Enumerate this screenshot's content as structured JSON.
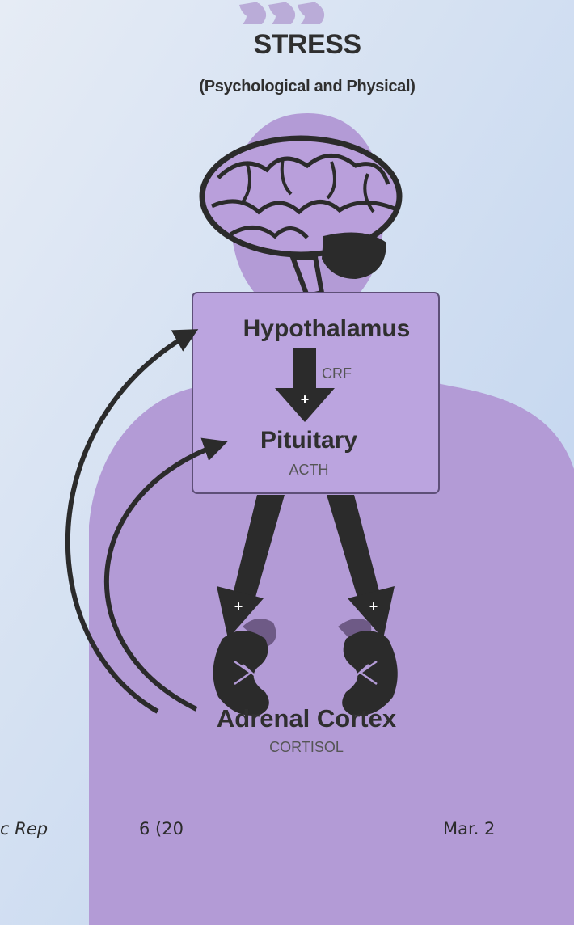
{
  "colors": {
    "background_top": "#e6ecf5",
    "background_bottom": "#bcd1ee",
    "silhouette": "#b39bd6",
    "silhouette_dark": "#a98ecf",
    "arrow": "#2b2b2b",
    "text": "#2f2f2f",
    "text_light": "#555555"
  },
  "diagram": {
    "title": "STRESS",
    "subtitle": "(Psychological and Physical)",
    "nodes": {
      "hypothalamus": {
        "label": "Hypothalamus",
        "hormone": "CRF"
      },
      "pituitary": {
        "label": "Pituitary",
        "hormone": "ACTH"
      },
      "adrenal_cortex": {
        "label": "Adrenal Cortex",
        "hormone": "CORTISOL"
      }
    },
    "arrow_signs": {
      "stimulate": "+"
    }
  },
  "footer": {
    "part1": "c Rep",
    "part2": "6 (20",
    "part3": "Mar. 2"
  }
}
